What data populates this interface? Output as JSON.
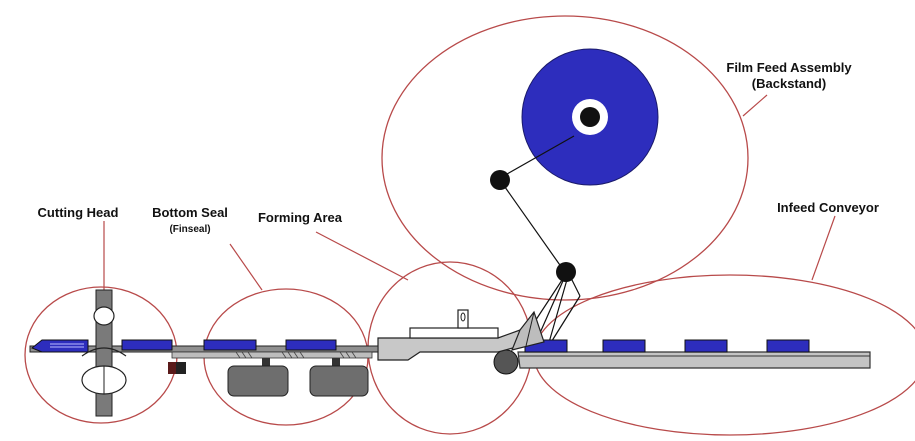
{
  "labels": {
    "film_feed": "Film Feed Assembly",
    "film_feed_sub": "(Backstand)",
    "infeed": "Infeed Conveyor",
    "cutting_head": "Cutting Head",
    "bottom_seal": "Bottom Seal",
    "bottom_seal_sub": "(Finseal)",
    "forming_area": "Forming Area"
  },
  "colors": {
    "film_roll": "#2d2dbd",
    "product": "#2d2dbd",
    "callout_circle": "#b84a4a",
    "metal": "#b8b8b8",
    "dark": "#111111",
    "seal_block": "#6e6e6e"
  }
}
